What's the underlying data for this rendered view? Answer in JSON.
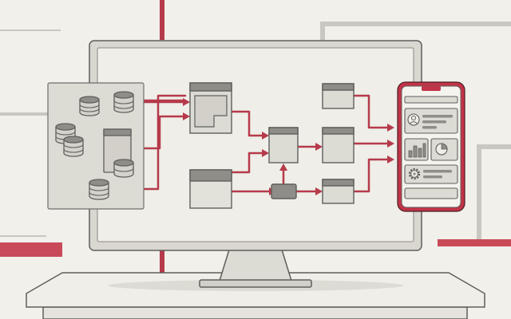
{
  "colors": {
    "background": "#f1f0ea",
    "outline": "#5f5f5c",
    "monitor_frame": "#d9d7d0",
    "screen": "#efeee8",
    "panel": "#dcdbd4",
    "node_fill": "#d8d6cf",
    "node_header": "#8f8d88",
    "accent_red": "#b53a4a",
    "deco_gray": "#c9c7c1",
    "desk": "#eeede7",
    "phone_frame": "#c23447",
    "phone_screen": "#f4f3ee"
  },
  "icons": [
    "database-icon",
    "window-icon",
    "arrow-right-icon",
    "avatar-icon",
    "bar-chart-icon",
    "pie-chart-icon",
    "gear-icon",
    "smartphone-icon",
    "monitor-icon"
  ],
  "diagram": {
    "sources": [
      "database-1",
      "database-2",
      "database-3",
      "database-4",
      "database-5",
      "database-6"
    ],
    "processing_nodes": [
      "window-node-1",
      "window-node-2",
      "merge-node",
      "collector-node",
      "output-node-1",
      "output-node-2",
      "output-node-3"
    ],
    "destination": "mobile-app-dashboard",
    "mobile_cards": [
      "profile-card",
      "charts-card",
      "settings-card",
      "bottom-bar"
    ]
  }
}
